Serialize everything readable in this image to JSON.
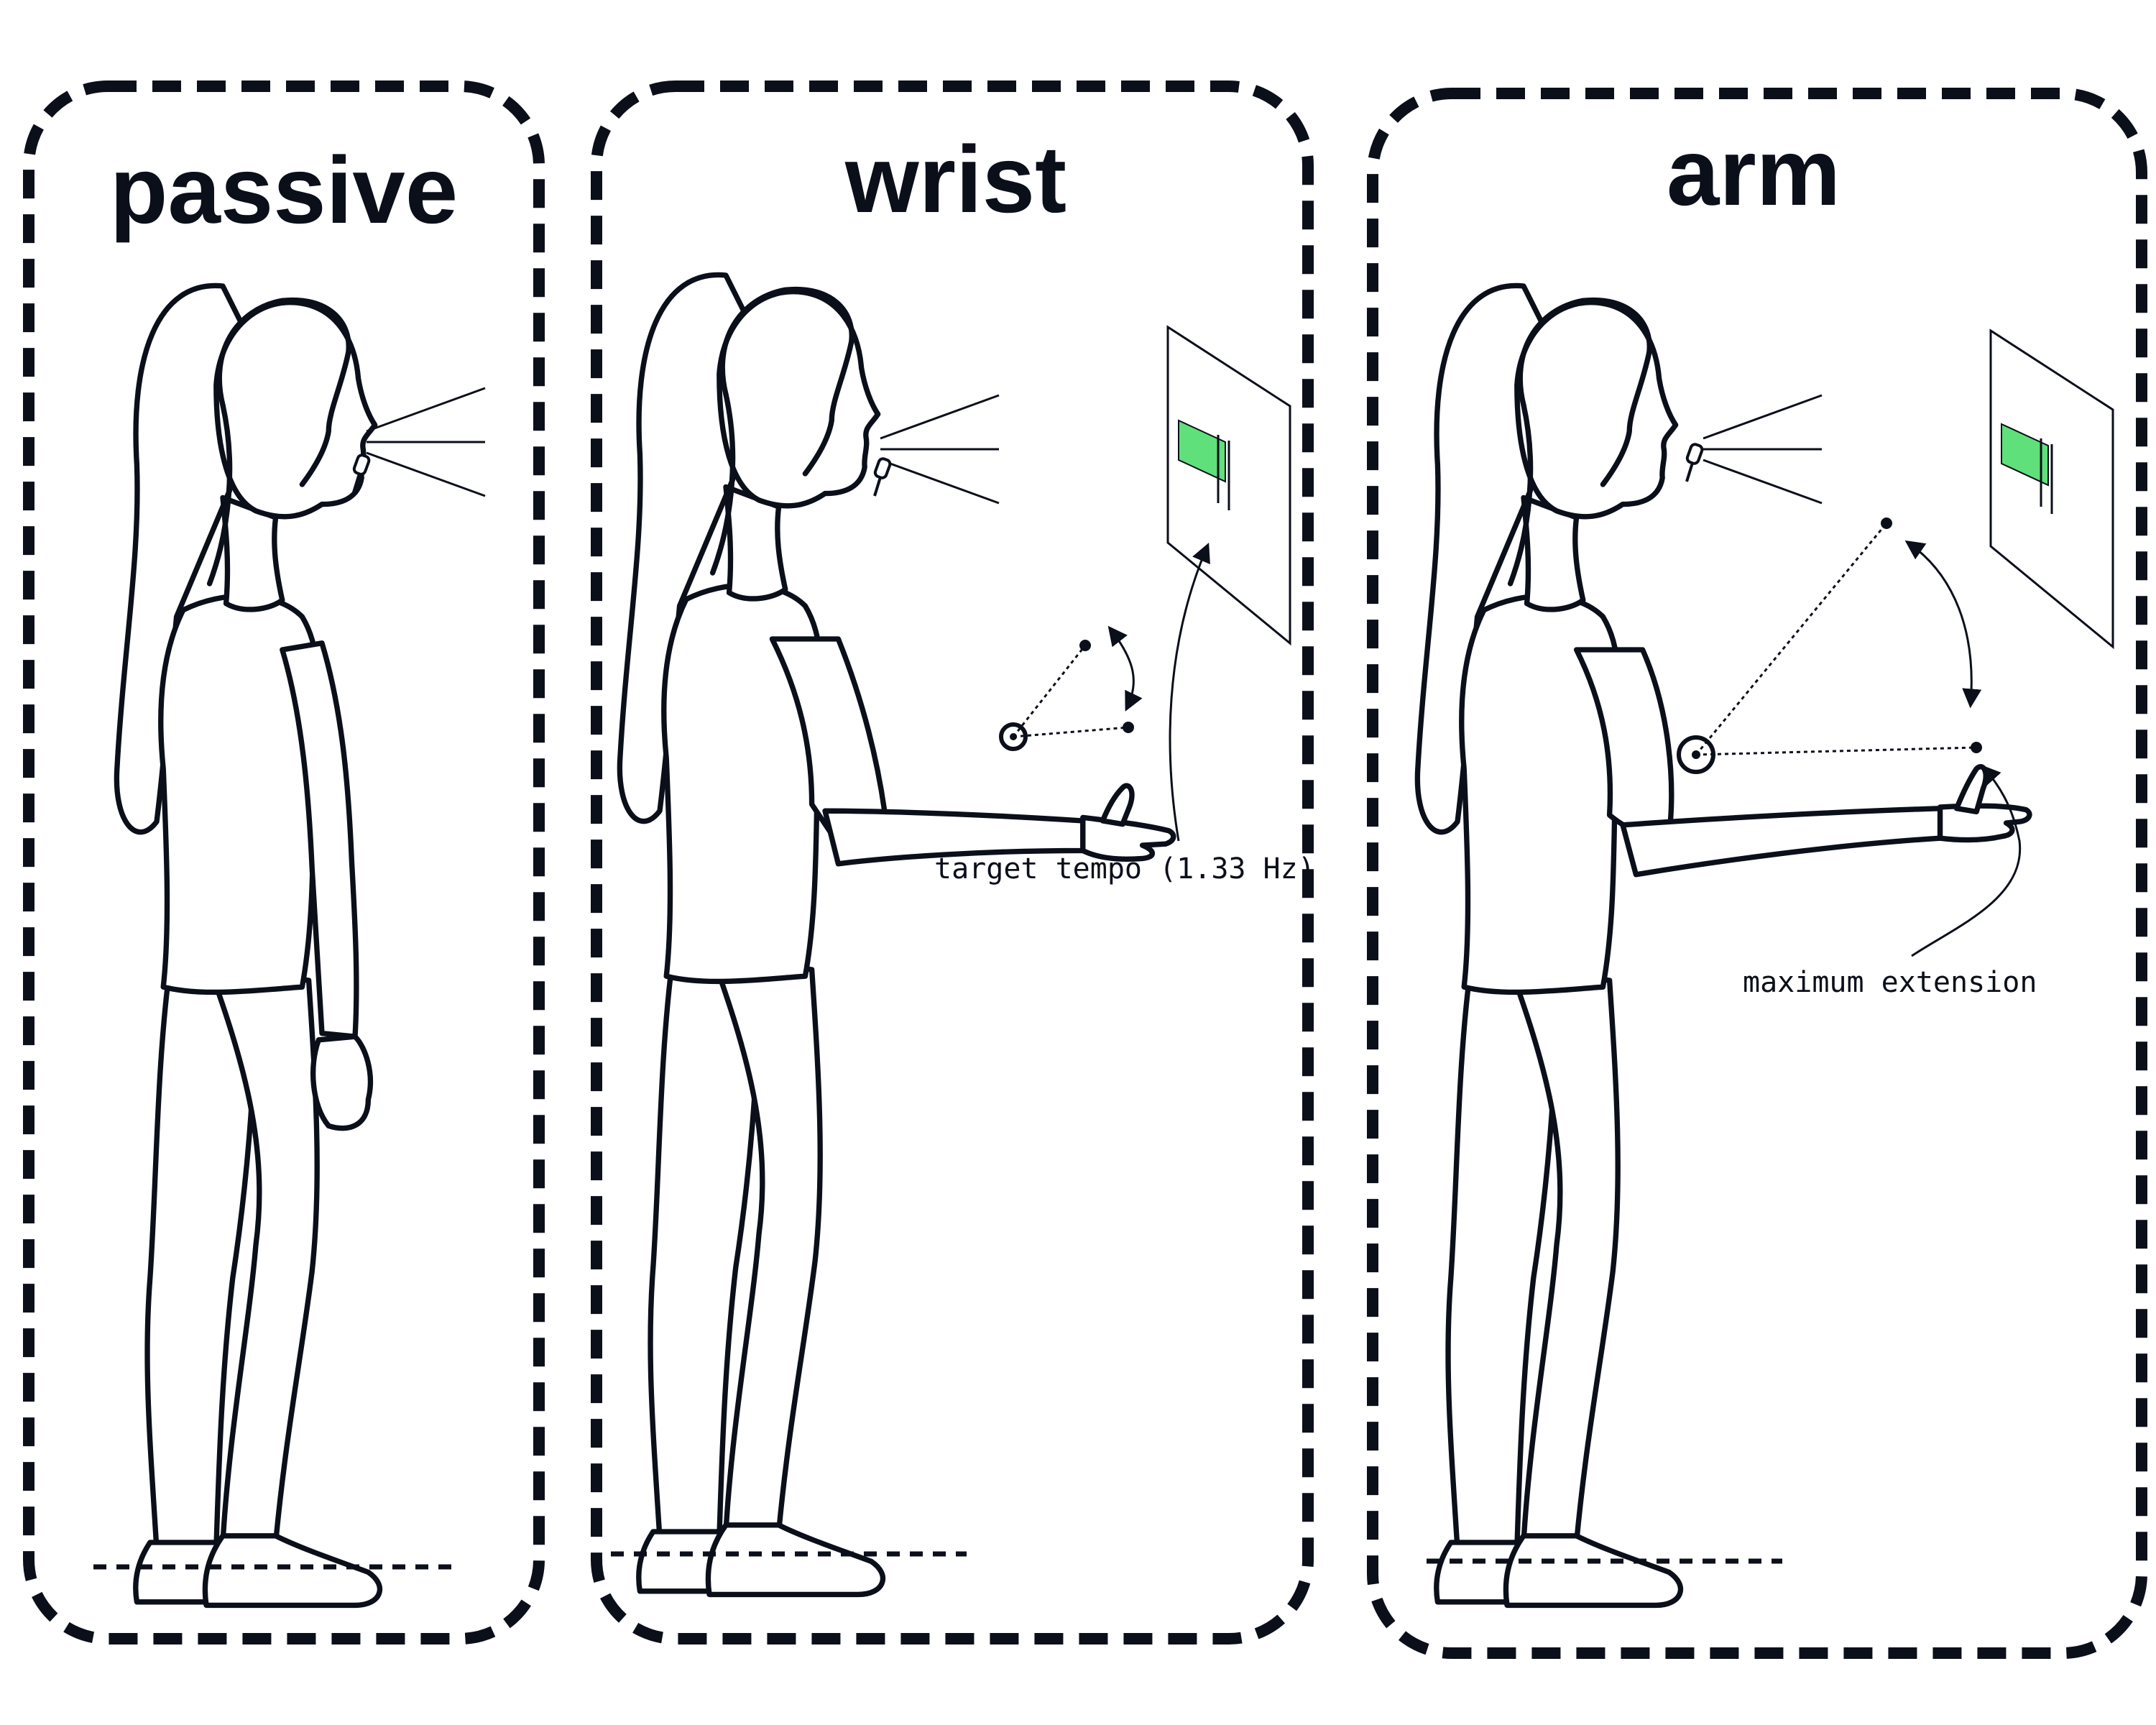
{
  "panels": [
    {
      "title": "passive"
    },
    {
      "title": "wrist",
      "annotation": "target tempo (1.33 Hz)"
    },
    {
      "title": "arm",
      "annotation": "maximum extension"
    }
  ],
  "colors": {
    "ink": "#0b0f1a",
    "target_green": "#5fe07a"
  },
  "icon_names": [
    "speech-rays-icon",
    "microphone-icon",
    "metronome-screen-icon",
    "motion-arrow-icon"
  ]
}
